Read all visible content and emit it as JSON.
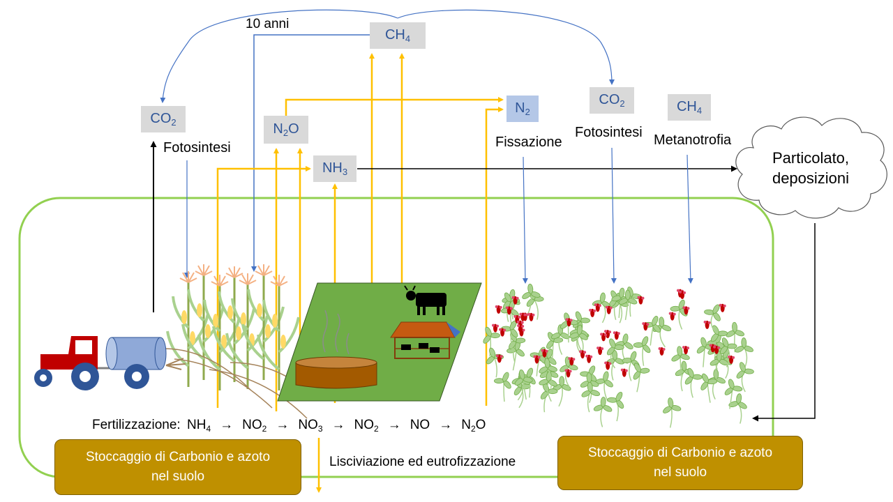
{
  "gases": {
    "co2_left": {
      "base": "CO",
      "sub": "2"
    },
    "ch4_top": {
      "base": "CH",
      "sub": "4"
    },
    "n2o": {
      "base": "N",
      "sub": "2",
      "tail": "O"
    },
    "nh3": {
      "base": "NH",
      "sub": "3"
    },
    "n2": {
      "base": "N",
      "sub": "2"
    },
    "co2_right": {
      "base": "CO",
      "sub": "2"
    },
    "ch4_right": {
      "base": "CH",
      "sub": "4"
    }
  },
  "labels": {
    "years": "10 anni",
    "photosynthesis_left": "Fotosintesi",
    "fixation": "Fissazione",
    "photosynthesis_right": "Fotosintesi",
    "methanotrophy": "Metanotrofia",
    "leaching": "Lisciviazione ed eutrofizzazione"
  },
  "cloud": {
    "line1": "Particolato,",
    "line2": "deposizioni"
  },
  "storage": {
    "left_line1": "Stoccaggio di Carbonio e azoto",
    "left_line2": "nel suolo",
    "right_line1": "Stoccaggio di Carbonio e azoto",
    "right_line2": "nel suolo"
  },
  "chain": {
    "prefix": "Fertilizzazione:",
    "arrow": "→",
    "steps": [
      {
        "base": "NH",
        "sub": "4",
        "tail": ""
      },
      {
        "base": "NO",
        "sub": "2",
        "tail": ""
      },
      {
        "base": "NO",
        "sub": "3",
        "tail": ""
      },
      {
        "base": "NO",
        "sub": "2",
        "tail": ""
      },
      {
        "base": "NO",
        "sub": "",
        "tail": ""
      },
      {
        "base": "N",
        "sub": "2",
        "tail": "O"
      }
    ]
  },
  "colors": {
    "field_border": "#92d050",
    "yellow_arrow": "#ffc000",
    "blue_arrow": "#4472c4",
    "storage_fill": "#bf9000",
    "gas_box": "#d9d9d9",
    "n2_box": "#b4c7e7",
    "grass": "#70ad47",
    "tractor": "#c00000"
  },
  "icons": [
    "tractor-icon",
    "tank-icon",
    "corn-plants-icon",
    "manure-pit-icon",
    "cow-icon",
    "barn-icon",
    "clover-field-icon",
    "cloud-icon"
  ]
}
